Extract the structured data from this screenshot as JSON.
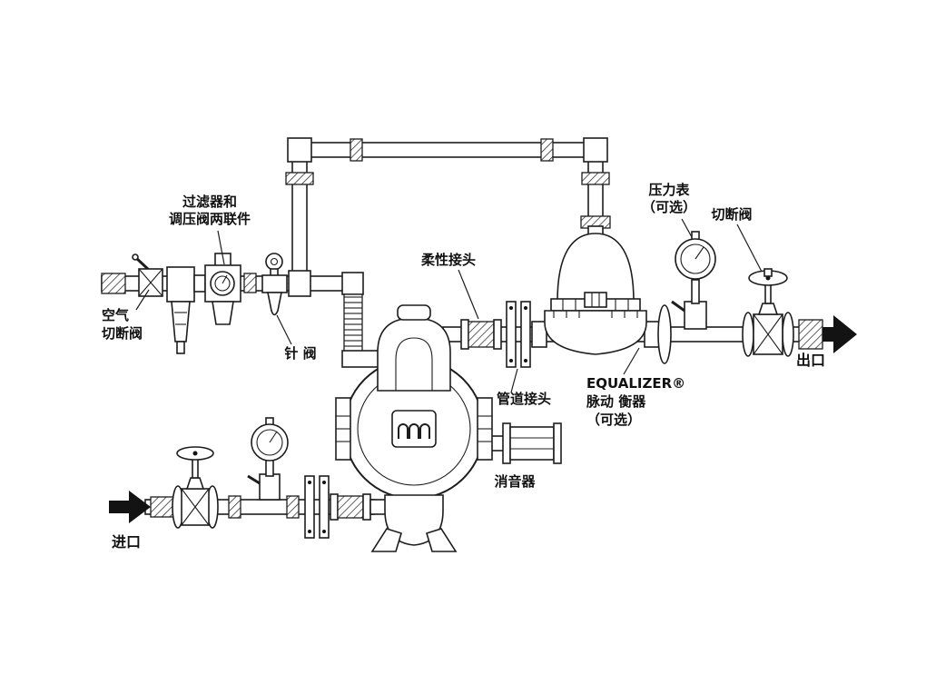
{
  "labels": {
    "filter_regulator": "过滤器和\n调压阀两联件",
    "air_shutoff": "空气\n切断阀",
    "needle_valve": "针  阀",
    "flexible_joint": "柔性接头",
    "pressure_gauge": "压力表\n（可选）",
    "shutoff_valve": "切断阀",
    "equalizer": "EQUALIZER®\n脉动  衡器\n（可选）",
    "pipe_joint": "管道接头",
    "muffler": "消音器",
    "outlet": "出口",
    "inlet": "进口"
  },
  "colors": {
    "ink": "#1d1d1d",
    "background": "#ffffff"
  }
}
